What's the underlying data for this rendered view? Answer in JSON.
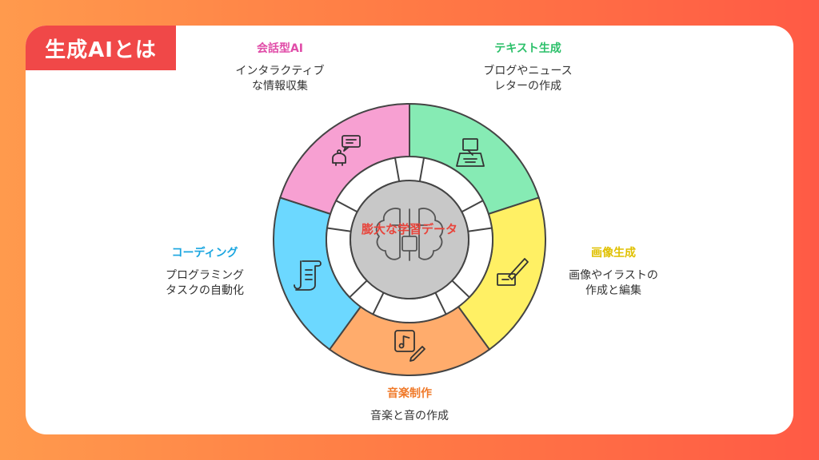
{
  "title": "生成AIとは",
  "center": {
    "label": "膨大な学習データ",
    "icon": "brain-circuit-icon",
    "color": "#e8453c",
    "fill": "#c8c8c8"
  },
  "segments": [
    {
      "id": "text",
      "heading": "テキスト生成",
      "description": "ブログやニュース\nレターの作成",
      "color": "#86ebb4",
      "text_color": "#2cc06a",
      "icon": "typewriter-icon"
    },
    {
      "id": "image",
      "heading": "画像生成",
      "description": "画像やイラストの\n作成と編集",
      "color": "#fff064",
      "text_color": "#e0c000",
      "icon": "paint-brush-icon"
    },
    {
      "id": "music",
      "heading": "音楽制作",
      "description": "音楽と音の作成",
      "color": "#ffac6c",
      "text_color": "#f07a2a",
      "icon": "music-edit-icon"
    },
    {
      "id": "coding",
      "heading": "コーディング",
      "description": "プログラミング\nタスクの自動化",
      "color": "#6cd8ff",
      "text_color": "#1aa6e0",
      "icon": "scroll-icon"
    },
    {
      "id": "chat",
      "heading": "会話型AI",
      "description": "インタラクティブ\nな情報収集",
      "color": "#f7a0d2",
      "text_color": "#e04ca8",
      "icon": "chatbot-icon"
    }
  ]
}
